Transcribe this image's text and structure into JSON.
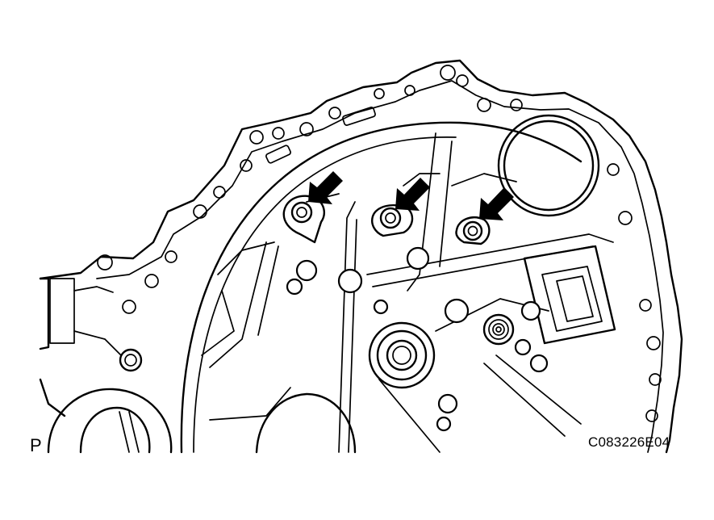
{
  "figure": {
    "code": "C083226E04",
    "view_marker": "P",
    "colors": {
      "line": "#000000",
      "background": "#ffffff"
    },
    "callouts": [
      {
        "icon": "arrow-icon",
        "target": "bolt-1"
      },
      {
        "icon": "arrow-icon",
        "target": "bolt-2"
      },
      {
        "icon": "arrow-icon",
        "target": "bolt-3"
      }
    ]
  }
}
